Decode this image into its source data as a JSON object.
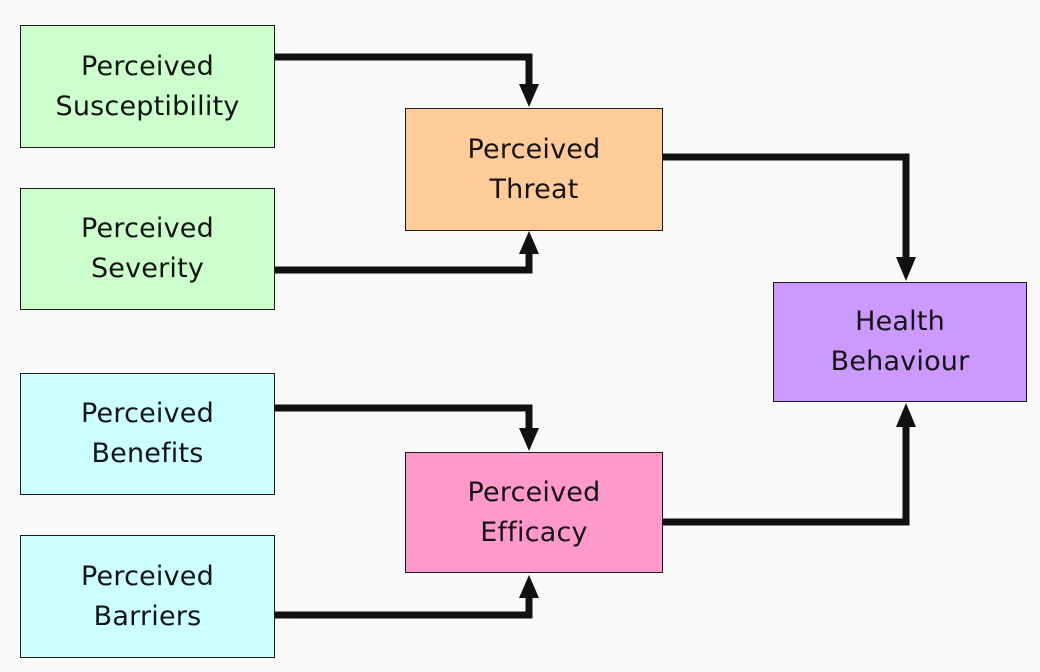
{
  "diagram": {
    "background_color": "#fafafa",
    "line_color": "#111111",
    "nodes": {
      "susceptibility": {
        "label": "Perceived\nSusceptibility",
        "color": "#ccffcc"
      },
      "severity": {
        "label": "Perceived\nSeverity",
        "color": "#ccffcc"
      },
      "benefits": {
        "label": "Perceived\nBenefits",
        "color": "#ccffff"
      },
      "barriers": {
        "label": "Perceived\nBarriers",
        "color": "#ccffff"
      },
      "threat": {
        "label": "Perceived\nThreat",
        "color": "#ffcc99"
      },
      "efficacy": {
        "label": "Perceived\nEfficacy",
        "color": "#ff99cc"
      },
      "behaviour": {
        "label": "Health\nBehaviour",
        "color": "#cc99ff"
      }
    },
    "edges": [
      {
        "from": "Perceived Susceptibility",
        "to": "Perceived Threat"
      },
      {
        "from": "Perceived Severity",
        "to": "Perceived Threat"
      },
      {
        "from": "Perceived Threat",
        "to": "Health Behaviour"
      },
      {
        "from": "Perceived Benefits",
        "to": "Perceived Efficacy"
      },
      {
        "from": "Perceived Barriers",
        "to": "Perceived Efficacy"
      },
      {
        "from": "Perceived Efficacy",
        "to": "Health Behaviour"
      }
    ]
  }
}
